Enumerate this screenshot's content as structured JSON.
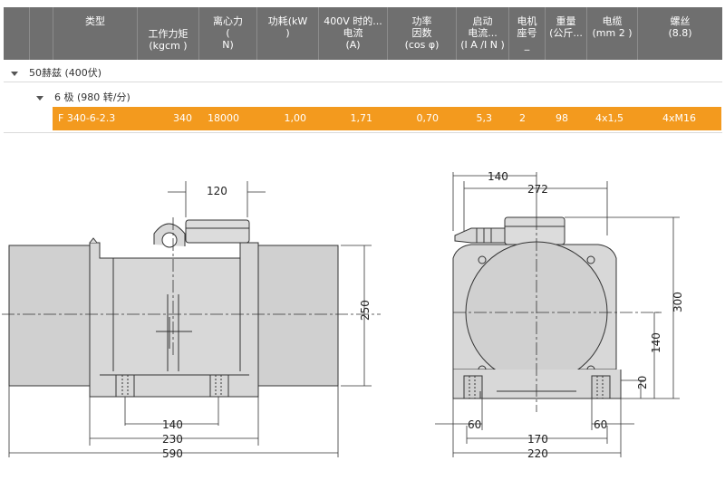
{
  "table": {
    "headers": [
      {
        "lines": [
          "类型"
        ]
      },
      {
        "lines": [
          "工作力矩",
          "(kgcm )"
        ]
      },
      {
        "lines": [
          "离心力",
          "(",
          "N)"
        ]
      },
      {
        "lines": [
          "功耗(kW",
          ")"
        ]
      },
      {
        "lines": [
          "400V 时的...",
          "电流",
          "(A)"
        ]
      },
      {
        "lines": [
          "功率",
          "因数",
          "(cos φ)"
        ]
      },
      {
        "lines": [
          "启动",
          "电流...",
          "(I A /I N )"
        ]
      },
      {
        "lines": [
          "电机",
          "座号",
          "_"
        ]
      },
      {
        "lines": [
          "重量",
          "(公斤..."
        ]
      },
      {
        "lines": [
          "电缆",
          "(mm 2 )"
        ]
      },
      {
        "lines": [
          "螺丝",
          "(8.8)"
        ]
      }
    ],
    "group1": "50赫兹 (400伏)",
    "group2": "6 极 (980 转/分)",
    "row": {
      "type": "F 340-6-2.3",
      "torque": "340",
      "force": "18000",
      "power": "1,00",
      "current": "1,71",
      "cosphi": "0,70",
      "start": "5,3",
      "frame": "2",
      "weight": "98",
      "cable": "4x1,5",
      "bolt": "4xM16"
    }
  },
  "drawing": {
    "left": {
      "d120": "120",
      "d250": "250",
      "d140": "140",
      "d230": "230",
      "d590": "590"
    },
    "right": {
      "d140": "140",
      "d272": "272",
      "d300": "300",
      "d140v": "140",
      "d20": "20",
      "d60a": "60",
      "d60b": "60",
      "d170": "170",
      "d220": "220"
    }
  },
  "colors": {
    "header_bg": "#6f6f6f",
    "highlight": "#f39a1e"
  }
}
